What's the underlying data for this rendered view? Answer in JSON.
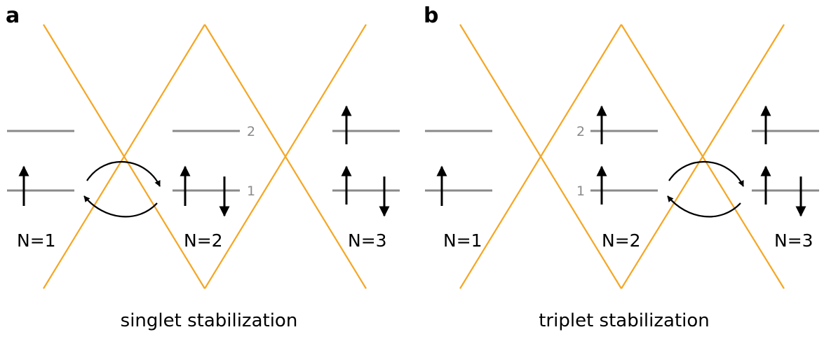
{
  "colors": {
    "diamond": "#f5a623",
    "level": "#8a8a8a",
    "spin": "#000000"
  },
  "panels": [
    {
      "letter": "a",
      "caption": "singlet stabilization",
      "n_labels": [
        "N=1",
        "N=2",
        "N=3"
      ],
      "level_labels": [
        "2",
        "1"
      ]
    },
    {
      "letter": "b",
      "caption": "triplet stabilization",
      "n_labels": [
        "N=1",
        "N=2",
        "N=3"
      ],
      "level_labels": [
        "2",
        "1"
      ]
    }
  ]
}
